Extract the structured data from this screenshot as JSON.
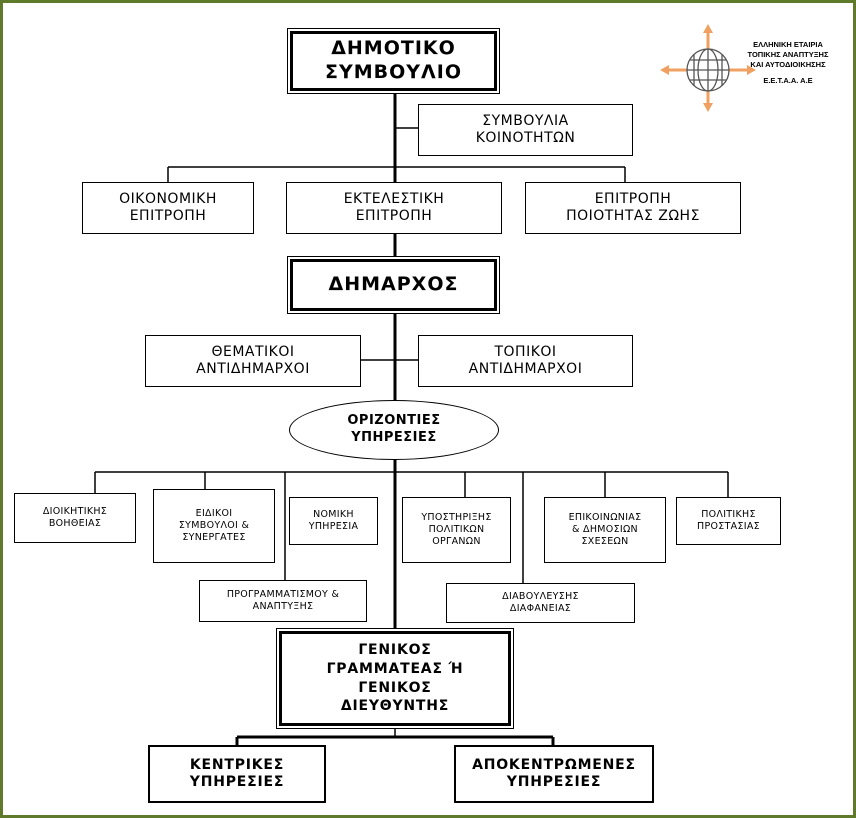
{
  "logo": {
    "line1": "ΕΛΛΗΝΙΚΗ ΕΤΑΙΡΙΑ",
    "line2": "ΤΟΠΙΚΗΣ ΑΝΑΠΤΥΞΗΣ",
    "line3": "ΚΑΙ ΑΥΤΟΔΙΟΙΚΗΣΗΣ",
    "abbr": "Ε.Ε.Τ.Α.Α. Α.Ε",
    "accent_color": "#f0a060",
    "globe_color": "#555555"
  },
  "nodes": {
    "council": [
      "ΔΗΜΟΤΙΚΟ",
      "ΣΥΜΒΟΥΛΙΟ"
    ],
    "community_councils": [
      "ΣΥΜΒΟΥΛΙΑ",
      "ΚΟΙΝΟΤΗΤΩΝ"
    ],
    "financial_committee": [
      "ΟΙΚΟΝΟΜΙΚΗ",
      "ΕΠΙΤΡΟΠΗ"
    ],
    "executive_committee": [
      "ΕΚΤΕΛΕΣΤΙΚΗ",
      "ΕΠΙΤΡΟΠΗ"
    ],
    "quality_committee": [
      "ΕΠΙΤΡΟΠΗ",
      "ΠΟΙΟΤΗΤΑΣ ΖΩΗΣ"
    ],
    "mayor": [
      "ΔΗΜΑΡΧΟΣ"
    ],
    "thematic_deputies": [
      "ΘΕΜΑΤΙΚΟΙ",
      "ΑΝΤΙΔΗΜΑΡΧΟΙ"
    ],
    "local_deputies": [
      "ΤΟΠΙΚΟΙ",
      "ΑΝΤΙΔΗΜΑΡΧΟΙ"
    ],
    "horizontal_services": [
      "ΟΡΙΖΟΝΤΙΕΣ",
      "ΥΠΗΡΕΣΙΕΣ"
    ],
    "admin_support": [
      "ΔΙΟΙΚΗΤΙΚΗΣ",
      "ΒΟΗΘΕΙΑΣ"
    ],
    "special_advisors": [
      "ΕΙΔΙΚΟΙ",
      "ΣΥΜΒΟΥΛΟΙ &",
      "ΣΥΝΕΡΓΑΤΕΣ"
    ],
    "legal_service": [
      "ΝΟΜΙΚΗ",
      "ΥΠΗΡΕΣΙΑ"
    ],
    "political_support": [
      "ΥΠΟΣΤΗΡΙΞΗΣ",
      "ΠΟΛΙΤΙΚΩΝ",
      "ΟΡΓΑΝΩΝ"
    ],
    "communication": [
      "ΕΠΙΚΟΙΝΩΝΙΑΣ",
      "& ΔΗΜΟΣΙΩΝ",
      "ΣΧΕΣΕΩΝ"
    ],
    "civil_protection": [
      "ΠΟΛΙΤΙΚΗΣ",
      "ΠΡΟΣΤΑΣΙΑΣ"
    ],
    "planning": [
      "ΠΡΟΓΡΑΜΜΑΤΙΣΜΟΥ &",
      "ΑΝΑΠΤΥΞΗΣ"
    ],
    "consultation": [
      "ΔΙΑΒΟΥΛΕΥΣΗΣ",
      "ΔΙΑΦΑΝΕΙΑΣ"
    ],
    "general_secretary": [
      "ΓΕΝΙΚΟΣ",
      "ΓΡΑΜΜΑΤΕΑΣ Ή",
      "ΓΕΝΙΚΟΣ",
      "ΔΙΕΥΘΥΝΤΗΣ"
    ],
    "central_services": [
      "ΚΕΝΤΡΙΚΕΣ",
      "ΥΠΗΡΕΣΙΕΣ"
    ],
    "decentralized_services": [
      "ΑΠΟΚΕΝΤΡΩΜΕΝΕΣ",
      "ΥΠΗΡΕΣΙΕΣ"
    ]
  }
}
